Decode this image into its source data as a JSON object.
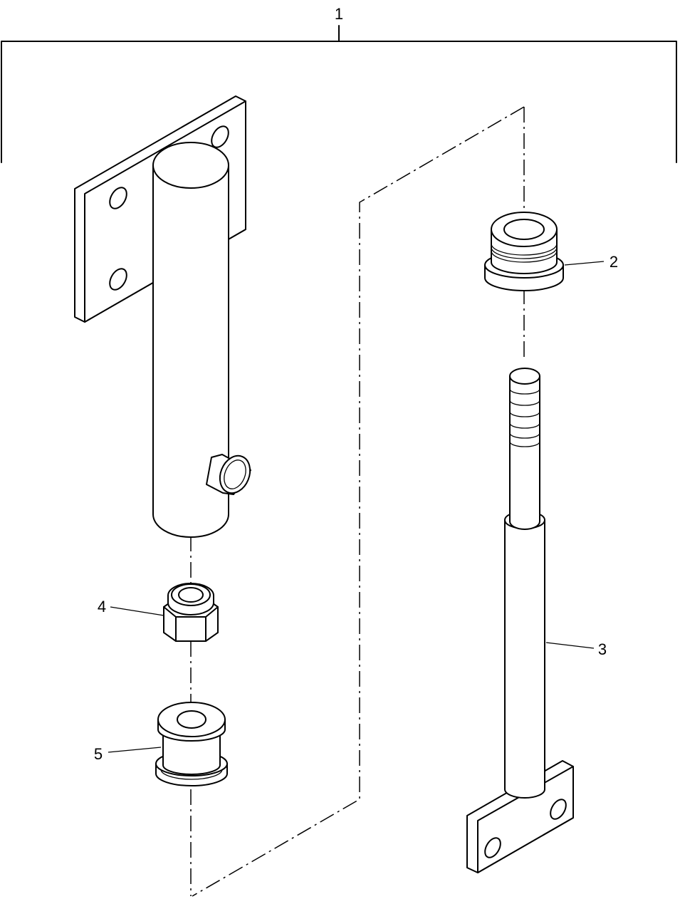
{
  "callouts": {
    "assembly": "1",
    "bushing_top": "2",
    "rod": "3",
    "nut": "4",
    "bushing_bottom": "5"
  }
}
